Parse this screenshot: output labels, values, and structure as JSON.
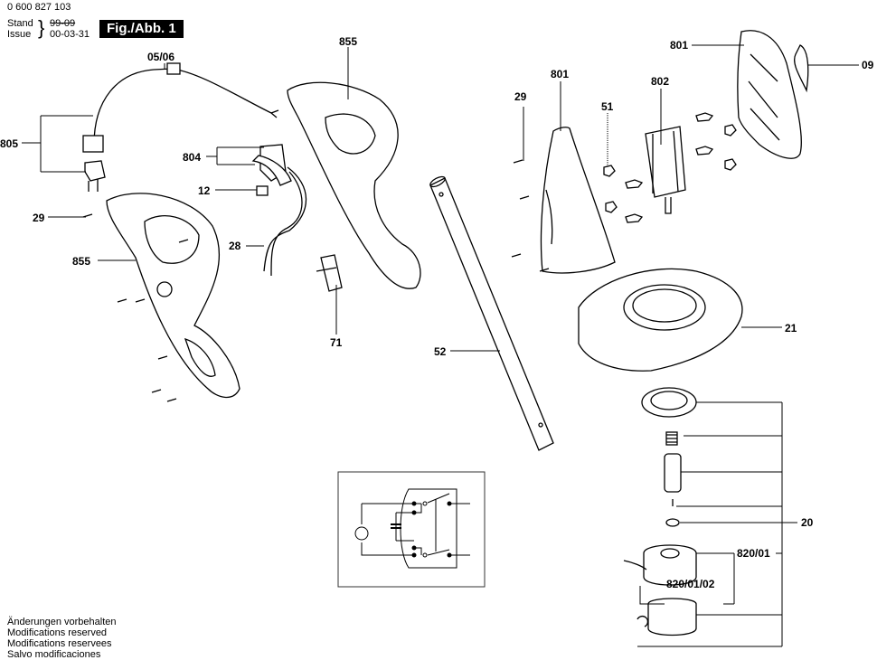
{
  "header": {
    "part_number": "0 600 827 103",
    "stand_label": "Stand",
    "issue_label": "Issue",
    "stand_value_struck": "99-09",
    "issue_value": "00-03-31",
    "figure_label": "Fig./Abb. 1"
  },
  "callouts": [
    {
      "id": "05/06",
      "part": "cable-connector"
    },
    {
      "id": "805",
      "part": "power-cord-plug"
    },
    {
      "id": "29",
      "part": "screw-left"
    },
    {
      "id": "855",
      "part": "housing-half-left"
    },
    {
      "id": "804",
      "part": "switch"
    },
    {
      "id": "12",
      "part": "switch-clip"
    },
    {
      "id": "28",
      "part": "internal-wire"
    },
    {
      "id": "855",
      "part": "housing-half-right"
    },
    {
      "id": "71",
      "part": "trigger-lever"
    },
    {
      "id": "52",
      "part": "shaft-tube"
    },
    {
      "id": "29",
      "part": "screw-motor-housing"
    },
    {
      "id": "801",
      "part": "motor-housing-half-front"
    },
    {
      "id": "51",
      "part": "damper"
    },
    {
      "id": "802",
      "part": "motor"
    },
    {
      "id": "801",
      "part": "motor-housing-half-rear"
    },
    {
      "id": "09",
      "part": "nameplate"
    },
    {
      "id": "21",
      "part": "guard"
    },
    {
      "id": "20",
      "part": "washer"
    },
    {
      "id": "820/01",
      "part": "spool-with-line"
    },
    {
      "id": "820/01/02",
      "part": "spool-line"
    }
  ],
  "footer": {
    "lines": [
      "Änderungen vorbehalten",
      "Modifications reserved",
      "Modifications reservees",
      "Salvo modificaciones"
    ]
  }
}
